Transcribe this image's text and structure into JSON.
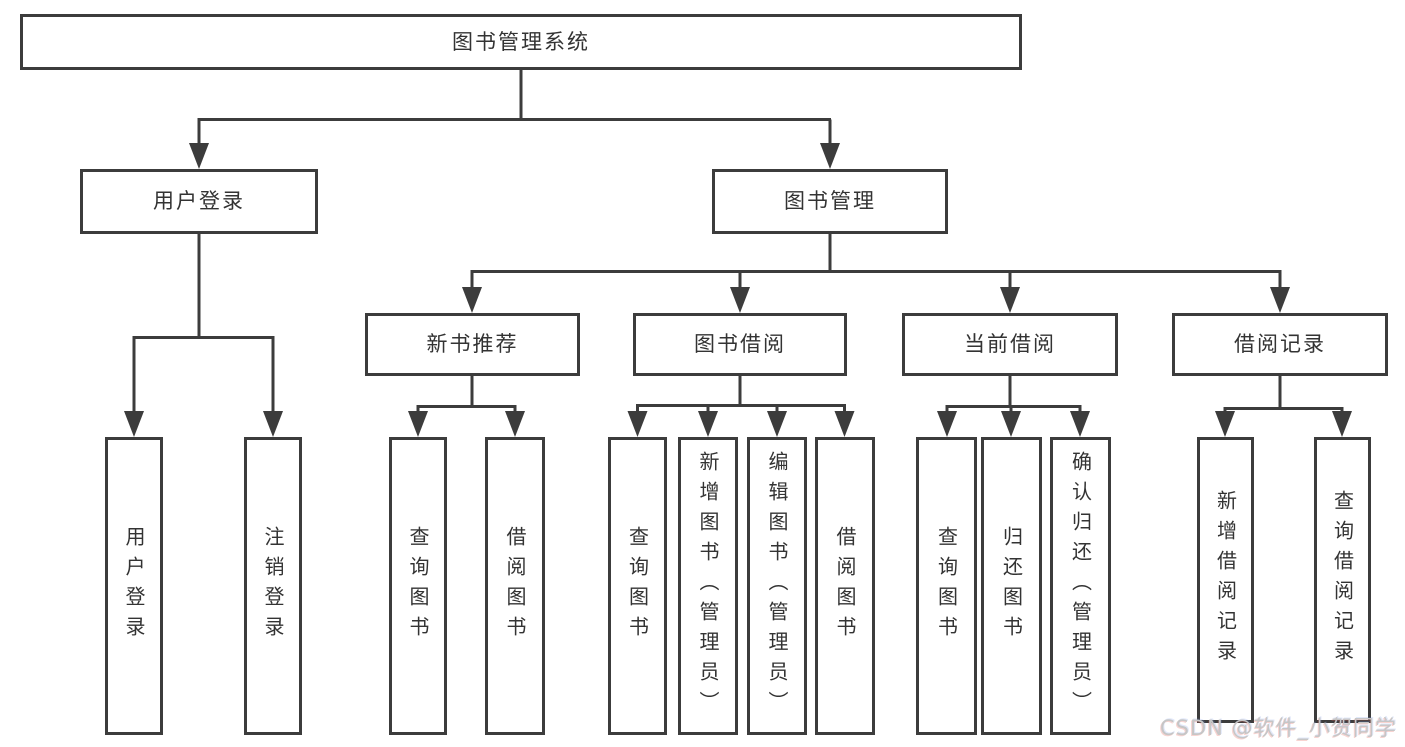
{
  "diagram_title": "图书管理系统",
  "tree": {
    "label": "图书管理系统",
    "children": [
      {
        "label": "用户登录",
        "children": [
          {
            "label": "用户登录"
          },
          {
            "label": "注销登录"
          }
        ]
      },
      {
        "label": "图书管理",
        "children": [
          {
            "label": "新书推荐",
            "children": [
              {
                "label": "查询图书"
              },
              {
                "label": "借阅图书"
              }
            ]
          },
          {
            "label": "图书借阅",
            "children": [
              {
                "label": "查询图书"
              },
              {
                "label": "新增图书（管理员）"
              },
              {
                "label": "编辑图书（管理员）"
              },
              {
                "label": "借阅图书"
              }
            ]
          },
          {
            "label": "当前借阅",
            "children": [
              {
                "label": "查询图书"
              },
              {
                "label": "归还图书"
              },
              {
                "label": "确认归还（管理员）"
              }
            ]
          },
          {
            "label": "借阅记录",
            "children": [
              {
                "label": "新增借阅记录"
              },
              {
                "label": "查询借阅记录"
              }
            ]
          }
        ]
      }
    ]
  },
  "watermark": {
    "text": "CSDN @软件_小贺同学"
  },
  "colors": {
    "line": "#3c3c3c",
    "text": "#333333",
    "background": "#ffffff",
    "watermark": "#c6c6c6"
  }
}
